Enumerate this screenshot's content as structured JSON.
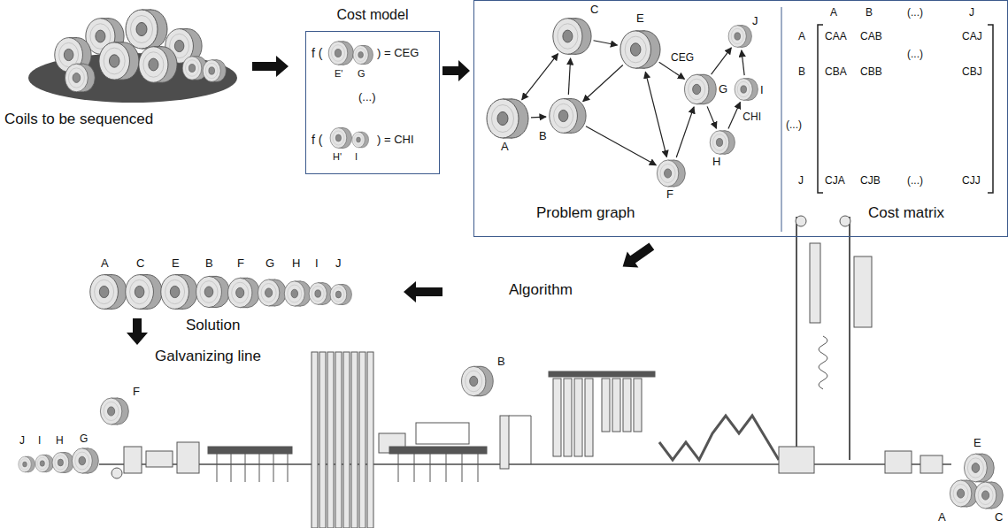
{
  "diagram": {
    "nodes": [
      {
        "text": [
          "Cost model"
        ]
      },
      {
        "text": [
          "Problem graph",
          "Cost matrix"
        ]
      },
      {
        "text": [
          "A"
        ],
        "in": 1
      },
      {
        "text": [
          "C"
        ],
        "in": 1
      },
      {
        "text": [
          "E"
        ],
        "in": 1
      },
      {
        "text": [
          "B"
        ],
        "in": 1
      },
      {
        "text": [
          "F"
        ],
        "in": 1
      },
      {
        "text": [
          "G"
        ],
        "in": 1
      },
      {
        "text": [
          "H"
        ],
        "in": 1
      },
      {
        "text": [
          "I"
        ],
        "in": 1
      },
      {
        "text": [
          "J"
        ],
        "in": 1
      }
    ],
    "edges": [
      {
        "from": 2,
        "to": 3,
        "arrow": "both"
      },
      {
        "from": 2,
        "to": 5,
        "arrow": "to"
      },
      {
        "from": 5,
        "to": 3,
        "arrow": "to"
      },
      {
        "from": 3,
        "to": 4,
        "arrow": "to"
      },
      {
        "from": 4,
        "to": 5,
        "arrow": "to"
      },
      {
        "from": 4,
        "to": 6,
        "arrow": "both"
      },
      {
        "from": 5,
        "to": 6,
        "arrow": "to"
      },
      {
        "from": 6,
        "to": 7,
        "arrow": "to"
      },
      {
        "from": 4,
        "to": 7,
        "label": "CEG",
        "arrow": "to"
      },
      {
        "from": 7,
        "to": 10,
        "arrow": "to"
      },
      {
        "from": 7,
        "to": 8,
        "arrow": "to"
      },
      {
        "from": 8,
        "to": 9,
        "label": "CHI",
        "arrow": "to"
      },
      {
        "from": 9,
        "to": 10,
        "arrow": "to"
      }
    ],
    "labels": [
      "Coils to be sequenced",
      "f (",
      ") = CEG",
      "E'",
      "G",
      "(...)",
      "f (",
      ") = CHI",
      "H'",
      "I",
      "A",
      "B",
      "(...)",
      "J",
      "A",
      "CAA",
      "CAB",
      "(...)",
      "CAJ",
      "B",
      "CBA",
      "CBB",
      "CBJ",
      "(...)",
      "J",
      "CJA",
      "CJB",
      "(...)",
      "CJJ",
      "Algorithm",
      "A",
      "C",
      "E",
      "B",
      "F",
      "G",
      "H",
      "I",
      "J",
      "Solution",
      "Galvanizing line",
      "J",
      "I",
      "H",
      "G",
      "F",
      "B",
      "E",
      "A",
      "C"
    ]
  }
}
